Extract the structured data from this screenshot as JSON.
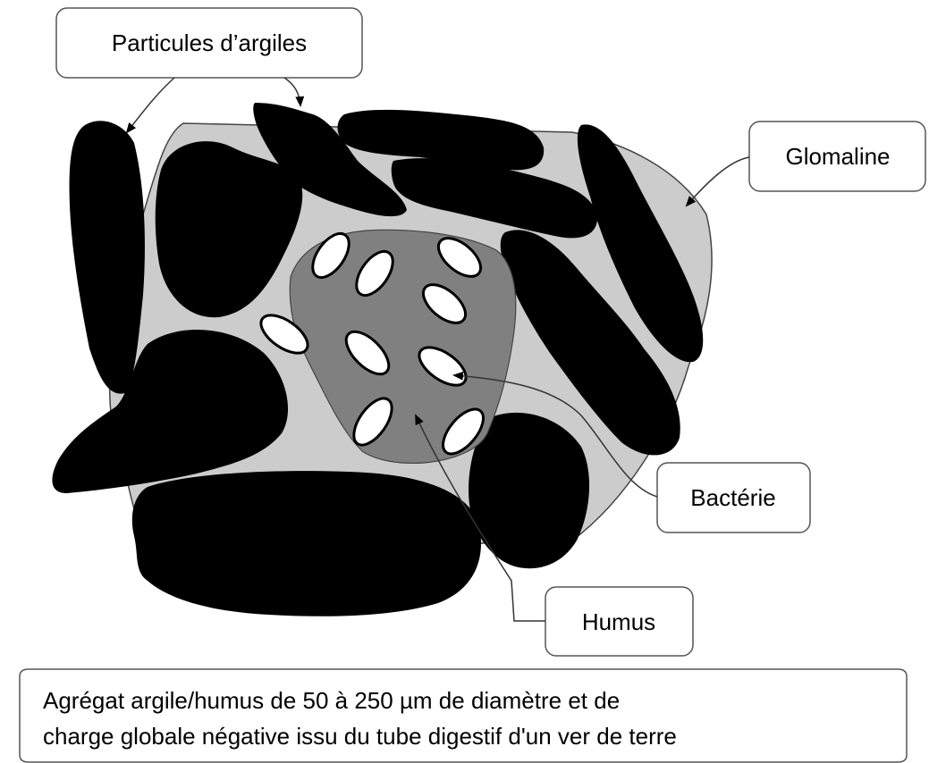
{
  "labels": {
    "clay_particles": "Particules d’argiles",
    "glomalin": "Glomaline",
    "bacteria": "Bactérie",
    "humus": "Humus"
  },
  "caption": {
    "line1": "Agrégat argile/humus de 50 à 250 µm de diamètre et de",
    "line2": "charge globale négative issu du tube digestif d'un ver de terre"
  },
  "colors": {
    "clay": "#000000",
    "glomalin": "#cccccc",
    "humus": "#808080",
    "bacteria": "#ffffff"
  }
}
